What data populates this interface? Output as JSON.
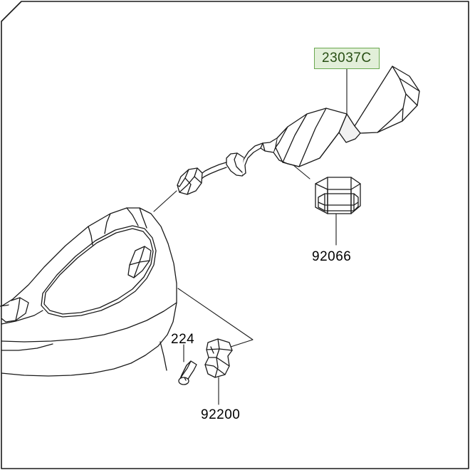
{
  "diagram": {
    "title": "",
    "background_color": "#ffffff",
    "line_color": "#1a1a1a",
    "highlight": {
      "border_color": "#6aa84f",
      "fill_color": "#e2efd9",
      "text_color": "#274e13"
    },
    "labels": [
      {
        "id": "part-23037c",
        "text": "23037C",
        "style": "boxed"
      },
      {
        "id": "part-92066",
        "text": "92066",
        "style": "plain"
      },
      {
        "id": "part-92200",
        "text": "92200",
        "style": "plain"
      },
      {
        "id": "part-224",
        "text": "224",
        "style": "plain"
      }
    ],
    "parts": {
      "turn_signal": "23037C",
      "plug": "92066",
      "washer": "92200",
      "screw": "224"
    }
  }
}
